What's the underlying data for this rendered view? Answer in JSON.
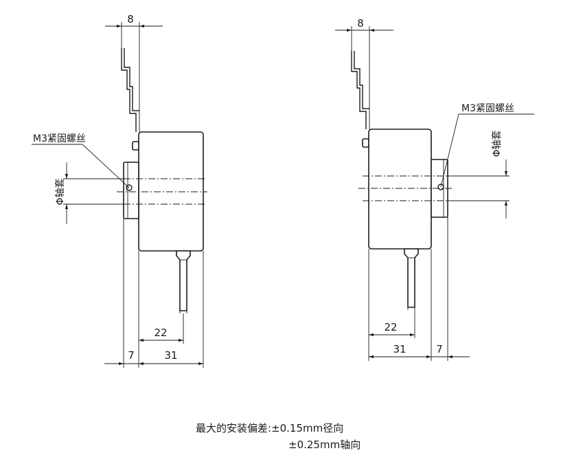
{
  "left_view": {
    "dim_top": "8",
    "label_screw": "M3紧固螺丝",
    "label_sleeve": "Φ轴套",
    "dim_cable": "22",
    "dim_flange": "7",
    "dim_body": "31"
  },
  "right_view": {
    "dim_top": "8",
    "label_screw": "M3紧固螺丝",
    "label_sleeve": "Φ轴套",
    "dim_cable": "22",
    "dim_flange": "7",
    "dim_body": "31"
  },
  "tolerance_note": {
    "line1": "最大的安装偏差:±0.15mm径向",
    "line2": "±0.25mm轴向"
  }
}
